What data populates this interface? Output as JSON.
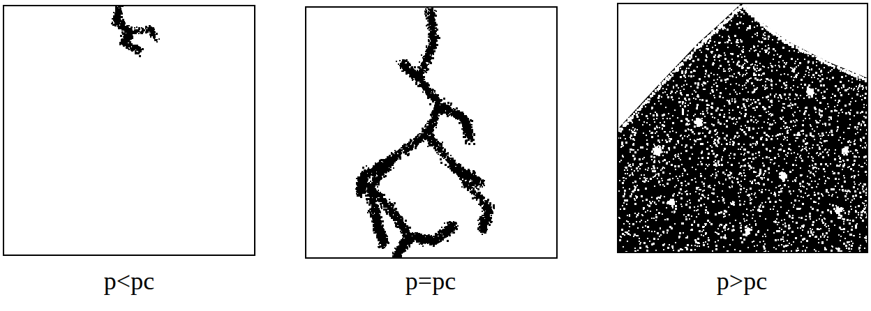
{
  "diagram": {
    "labels": [
      "p<pc",
      "p=pc",
      "p>pc"
    ]
  }
}
